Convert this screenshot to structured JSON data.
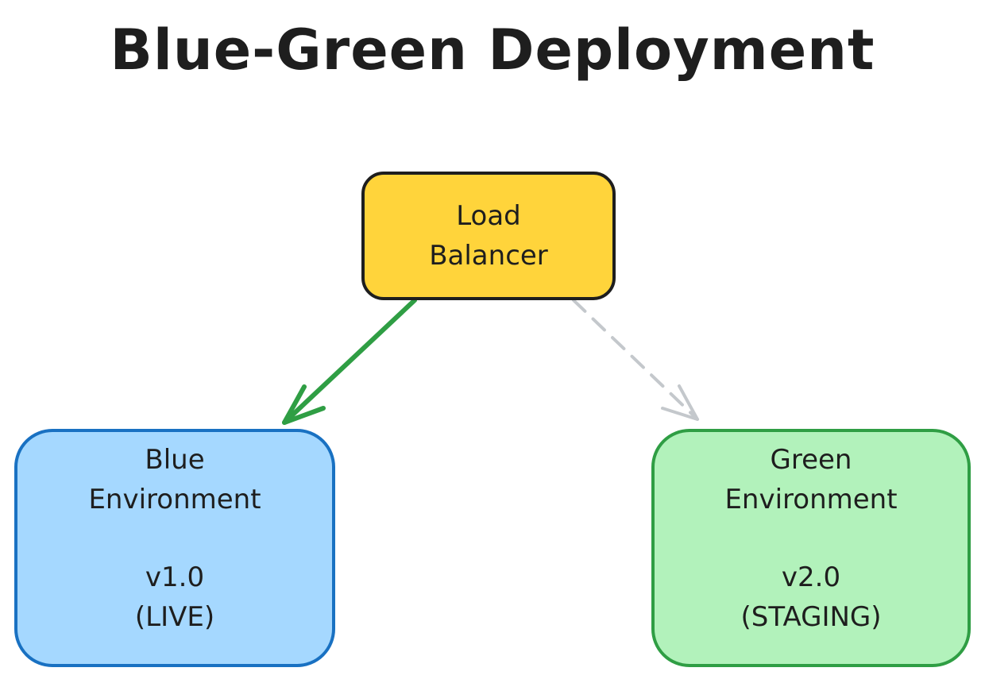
{
  "title": "Blue-Green Deployment",
  "nodes": {
    "load_balancer": {
      "line1": "Load",
      "line2": "Balancer",
      "fill": "#ffd43b",
      "stroke": "#1e1e1e"
    },
    "blue": {
      "line1": "Blue",
      "line2": "Environment",
      "version": "v1.0",
      "status": "(LIVE)",
      "fill": "#a5d8ff",
      "stroke": "#1971c2"
    },
    "green": {
      "line1": "Green",
      "line2": "Environment",
      "version": "v2.0",
      "status": "(STAGING)",
      "fill": "#b2f2bb",
      "stroke": "#2f9e44"
    }
  },
  "edges": [
    {
      "from": "load_balancer",
      "to": "blue",
      "style": "solid",
      "color": "#2f9e44"
    },
    {
      "from": "load_balancer",
      "to": "green",
      "style": "dashed",
      "color": "#c4c8cc"
    }
  ]
}
